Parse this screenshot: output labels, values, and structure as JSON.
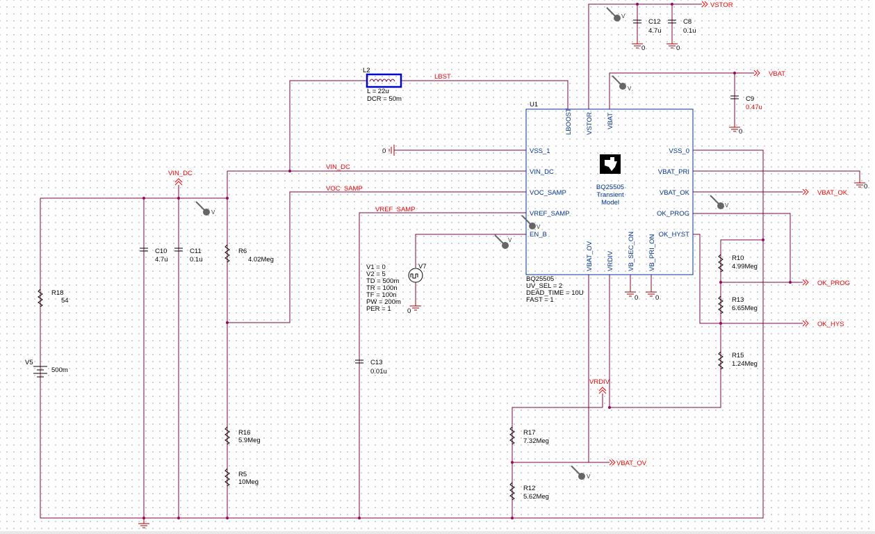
{
  "ic": {
    "ref": "U1",
    "part": "BQ25505",
    "title_lines": [
      "BQ25505",
      "Transient",
      "Model"
    ],
    "props": [
      "BQ25505",
      "UV_SEL = 2",
      "DEAD_TIME = 10U",
      "FAST = 1"
    ],
    "pins_top": [
      "LBOOST",
      "VSTOR",
      "VBAT"
    ],
    "pins_left": [
      "VSS_1",
      "VIN_DC",
      "VOC_SAMP",
      "VREF_SAMP",
      "EN_B"
    ],
    "pins_right": [
      "VSS_0",
      "VBAT_PRI",
      "VBAT_OK",
      "OK_PROG",
      "OK_HYST"
    ],
    "pins_bottom": [
      "VBAT_OV",
      "VRDIV",
      "VB_SEC_ON",
      "VB_PRI_ON"
    ]
  },
  "inductor": {
    "ref": "L2",
    "value": "L = 22u",
    "dcr": "DCR = 50m"
  },
  "nets": {
    "lbst": "LBST",
    "vin_dc_wire": "VIN_DC",
    "vin_dc_flag": "VIN_DC",
    "voc_samp": "VOC_SAMP",
    "vref_samp": "VREF_SAMP",
    "vrdiv": "VRDIV",
    "vstor": "VSTOR",
    "vbat": "VBAT",
    "vbat_ok": "VBAT_OK",
    "ok_prog": "OK_PROG",
    "ok_hys": "OK_HYS",
    "vbat_ov": "VBAT_OV"
  },
  "components": {
    "c12": {
      "ref": "C12",
      "value": "4.7u"
    },
    "c8": {
      "ref": "C8",
      "value": "0.1u"
    },
    "c9": {
      "ref": "C9",
      "value": "0.47u"
    },
    "c10": {
      "ref": "C10",
      "value": "4.7u"
    },
    "c11": {
      "ref": "C11",
      "value": "0.1u"
    },
    "c13": {
      "ref": "C13",
      "value": "0.01u"
    },
    "r6": {
      "ref": "R6",
      "value": "4.02Meg"
    },
    "r16": {
      "ref": "R16",
      "value": "5.9Meg"
    },
    "r5": {
      "ref": "R5",
      "value": "10Meg"
    },
    "r18": {
      "ref": "R18",
      "value": "54"
    },
    "r10": {
      "ref": "R10",
      "value": "4.99Meg"
    },
    "r13": {
      "ref": "R13",
      "value": "6.65Meg"
    },
    "r15": {
      "ref": "R15",
      "value": "1.24Meg"
    },
    "r17": {
      "ref": "R17",
      "value": "7.32Meg"
    },
    "r12": {
      "ref": "R12",
      "value": "5.62Meg"
    },
    "v5": {
      "ref": "V5",
      "value": "500m"
    },
    "v7": {
      "ref": "V7",
      "params": [
        "V1 = 0",
        "V2 = 5",
        "TD = 500m",
        "TR = 100n",
        "TF = 100n",
        "PW = 200m",
        "PER = 1"
      ]
    }
  },
  "ground_label": "0",
  "probe_label": "V"
}
